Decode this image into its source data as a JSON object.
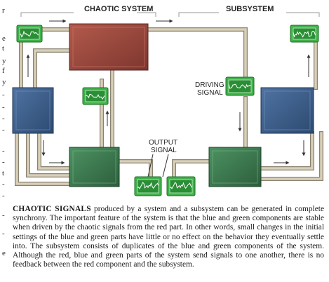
{
  "labels": {
    "chaotic_system": "CHAOTIC SYSTEM",
    "subsystem": "SUBSYSTEM",
    "driving_signal_line1": "DRIVING",
    "driving_signal_line2": "SIGNAL",
    "output_signal_line1": "OUTPUT",
    "output_signal_line2": "SIGNAL"
  },
  "caption": {
    "lead": "CHAOTIC SIGNALS",
    "body": " produced by a system and a subsystem can be generated in complete synchrony. The important feature of the system is that the blue and green components are stable when driven by the chaotic signals from the red part. In other words, small changes in the initial settings of the blue and green parts have little or no effect on the behavior they eventually settle into. The subsystem consists of duplicates of the blue and green components of the system. Although the red, blue and green parts of the system send signals to one another, there is no feedback between the red component and the subsystem."
  },
  "margin_fragments": [
    "r",
    "e",
    "t",
    "y",
    "f",
    "y",
    "-",
    "-",
    "-",
    "-",
    "-",
    "-",
    "t",
    "-",
    "-",
    "-",
    "-",
    "e"
  ],
  "colors": {
    "red_block": "#9c4a3f",
    "blue_block": "#3f5f8a",
    "green_block": "#3f7a52",
    "signal_box": "#3fb34a",
    "wire": "#c9c0a8"
  }
}
